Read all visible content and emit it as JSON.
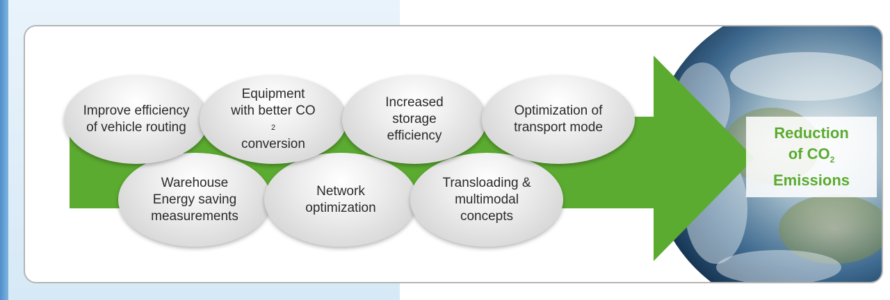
{
  "colors": {
    "arrow_green": "#5bab30",
    "oval_text": "#2a2a2a",
    "frame_border": "#b4b4b4",
    "result_text": "#5bab30"
  },
  "diagram": {
    "top_row": [
      {
        "lines": [
          "Improve efficiency",
          "of vehicle routing"
        ]
      },
      {
        "lines": [
          "Equipment",
          "with better CO",
          "conversion"
        ],
        "subscript_line": 1,
        "subscript": "2"
      },
      {
        "lines": [
          "Increased",
          "storage",
          "efficiency"
        ]
      },
      {
        "lines": [
          "Optimization of",
          "transport mode"
        ]
      }
    ],
    "bottom_row": [
      {
        "lines": [
          "Warehouse",
          "Energy saving",
          "measurements"
        ]
      },
      {
        "lines": [
          "Network",
          "optimization"
        ]
      },
      {
        "lines": [
          "Transloading &",
          "multimodal",
          "concepts"
        ]
      }
    ],
    "result": {
      "line1": "Reduction",
      "line2": "of CO",
      "line2_subscript": "2",
      "line3": "Emissions"
    },
    "icons": {
      "arrow": "big-green-arrow",
      "globe": "earth-globe"
    }
  }
}
